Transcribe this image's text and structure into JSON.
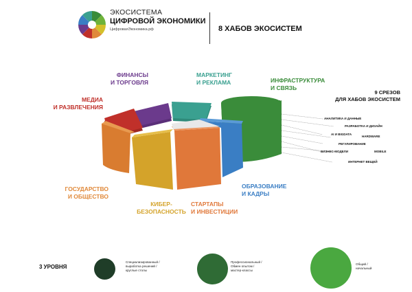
{
  "header": {
    "logo_line1": "ЭКОСИСТЕМА",
    "logo_line2": "ЦИФРОВОЙ ЭКОНОМИКИ",
    "logo_url": "ЦифроваяЭкономика.рф",
    "title": "8 ХАБОВ ЭКОСИСТЕМ"
  },
  "hubs": [
    {
      "id": "finance",
      "line1": "ФИНАНСЫ",
      "line2": "И ТОРГОВЛЯ",
      "color": "#6b3a8c"
    },
    {
      "id": "marketing",
      "line1": "МАРКЕТИНГ",
      "line2": "И РЕКЛАМА",
      "color": "#3aa090"
    },
    {
      "id": "infrastructure",
      "line1": "ИНФРАСТРУКТУРА",
      "line2": "И СВЯЗЬ",
      "color": "#3a8c3a"
    },
    {
      "id": "media",
      "line1": "МЕДИА",
      "line2": "И РАЗВЛЕЧЕНИЯ",
      "color": "#c0302a"
    },
    {
      "id": "education",
      "line1": "ОБРАЗОВАНИЕ",
      "line2": "И КАДРЫ",
      "color": "#3a7ec4"
    },
    {
      "id": "government",
      "line1": "ГОСУДАРСТВО",
      "line2": "И ОБЩЕСТВО",
      "color": "#e0893a"
    },
    {
      "id": "cyber",
      "line1": "КИБЕР-",
      "line2": "БЕЗОПАСНОСТЬ",
      "color": "#d4a32a"
    },
    {
      "id": "startups",
      "line1": "СТАРТАПЫ",
      "line2": "И ИНВЕСТИЦИИ",
      "color": "#e0783a"
    }
  ],
  "slices": {
    "title_line1": "9 СРЕЗОВ",
    "title_line2": "ДЛЯ ХАБОВ ЭКОСИСТЕМ",
    "items": [
      "АНАЛИТИКА И ДАННЫЕ",
      "РАЗРАБОТКА И ДИЗАЙН",
      "AI И BIGDATA",
      "HARDWARE",
      "РЕГУЛИРОВАНИЕ",
      "БИЗНЕС-МОДЕЛИ",
      "MOBILE",
      "ИНТЕРНЕТ ВЕЩЕЙ"
    ]
  },
  "levels": {
    "title": "3 УРОВНЯ",
    "items": [
      {
        "line1": "Специализированный /",
        "line2": "выработка решений /",
        "line3": "круглые столы",
        "color": "#1f3d28"
      },
      {
        "line1": "Профессиональный /",
        "line2": "Обмен опытом /",
        "line3": "мастер-классы",
        "color": "#2f6b35"
      },
      {
        "line1": "Общий /",
        "line2": "начальный",
        "line3": "",
        "color": "#4aa840"
      }
    ]
  }
}
